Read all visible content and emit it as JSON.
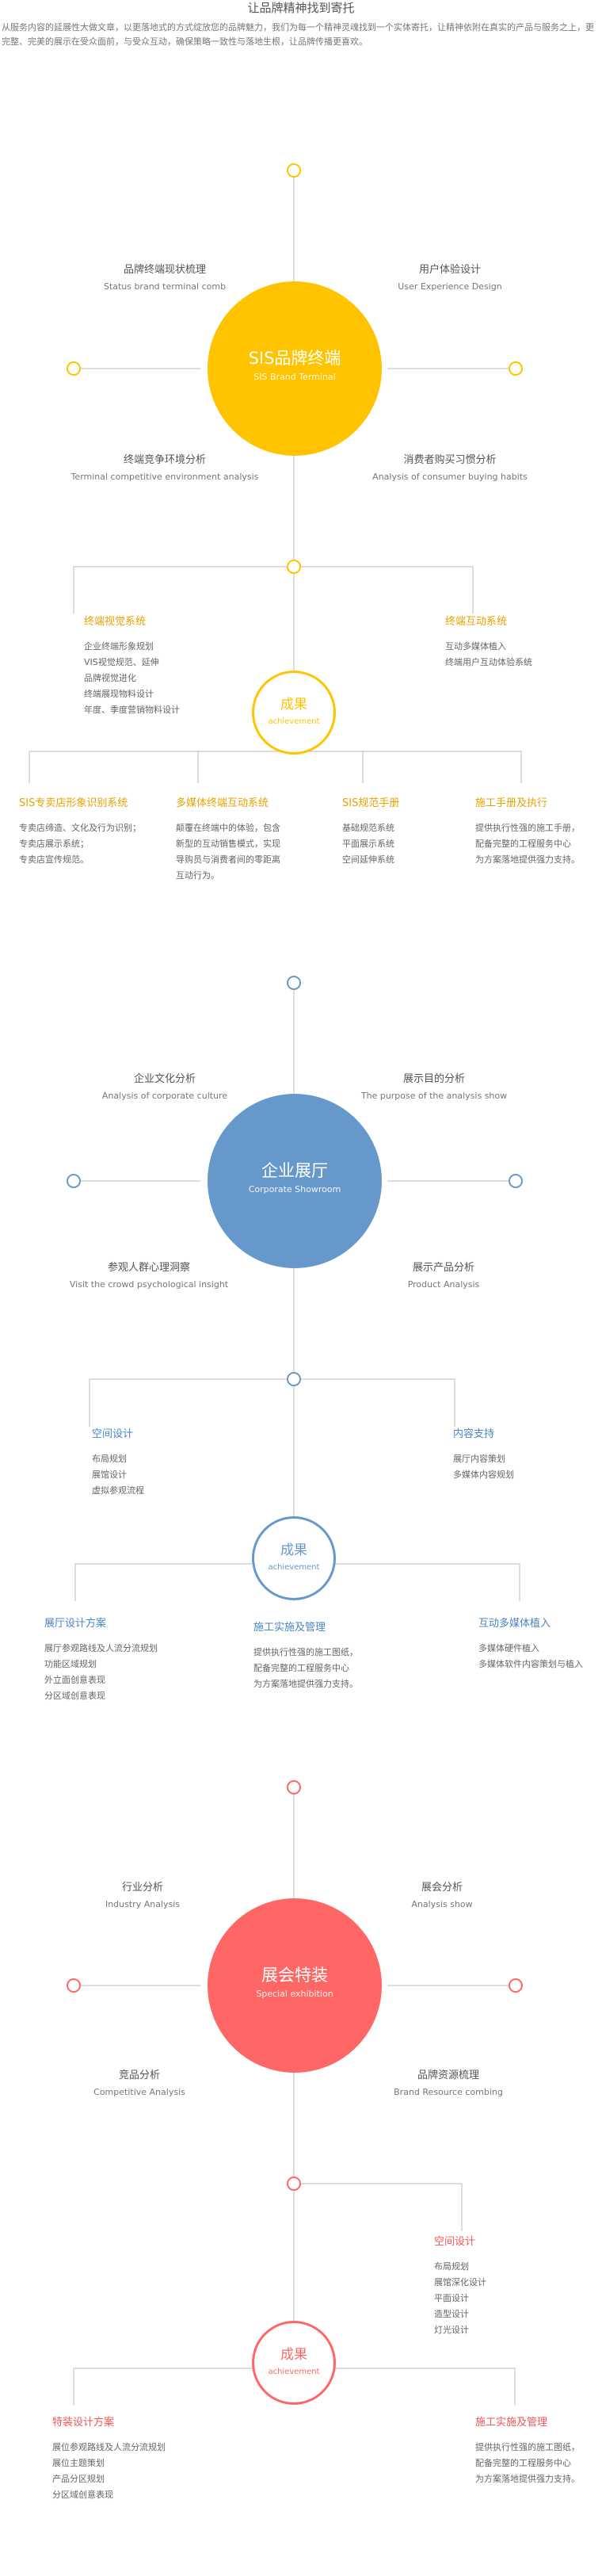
{
  "intro": {
    "title": "让品牌精神找到寄托",
    "text": "从服务内容的延展性大做文章，以更落地式的方式绽放您的品牌魅力，我们为每一个精神灵魂找到一个实体寄托，让精神依附在真实的产品与服务之上，更完整、完美的展示在受众面前，与受众互动，确保策略一致性与落地生根，让品牌传播更喜欢。"
  },
  "colors": {
    "sis": "#FFC300",
    "showroom": "#6698CC",
    "exhibition": "#FF6666",
    "line": "#BBBBBB"
  },
  "sections": [
    {
      "center_cn": "SIS品牌终端",
      "center_en": "SIS Brand Terminal",
      "labels": [
        {
          "cn": "品牌终端现状梳理",
          "en": "Status brand terminal comb"
        },
        {
          "cn": "用户体验设计",
          "en": "User Experience Design"
        },
        {
          "cn": "终端竞争环境分析",
          "en": "Terminal competitive environment analysis"
        },
        {
          "cn": "消费者购买习惯分析",
          "en": "Analysis of consumer buying habits"
        }
      ],
      "achievement_cn": "成果",
      "achievement_en": "achievement",
      "upper": [
        {
          "title": "终端视觉系统",
          "items": [
            "企业终端形象规划",
            "VIS视觉规范、延伸",
            "品牌视觉进化",
            "终端展现物料设计",
            "年度、季度营销物料设计"
          ]
        },
        {
          "title": "终端互动系统",
          "items": [
            "互动多媒体植入",
            "终端用户互动体验系统"
          ]
        }
      ],
      "lower": [
        {
          "title": "SIS专卖店形象识别系统",
          "items": [
            "专卖店缔造、文化及行为识别；",
            "专卖店展示系统；",
            "专卖店宣传规范。"
          ]
        },
        {
          "title": "多媒体终端互动系统",
          "items": [
            "颠覆在终端中的体验，包含",
            "新型的互动销售模式，实现",
            "导购员与消费者间的零距离",
            "互动行为。"
          ]
        },
        {
          "title": "SIS规范手册",
          "items": [
            "基础规范系统",
            "平面展示系统",
            "空间延伸系统"
          ]
        },
        {
          "title": "施工手册及执行",
          "items": [
            "提供执行性强的施工手册，",
            "配备完整的工程服务中心",
            "为方案落地提供强力支持。"
          ]
        }
      ]
    },
    {
      "center_cn": "企业展厅",
      "center_en": "Corporate Showroom",
      "labels": [
        {
          "cn": "企业文化分析",
          "en": "Analysis of corporate culture"
        },
        {
          "cn": "展示目的分析",
          "en": "The purpose of the analysis show"
        },
        {
          "cn": "参观人群心理洞察",
          "en": "Visit the crowd psychological insight"
        },
        {
          "cn": "展示产品分析",
          "en": "Product Analysis"
        }
      ],
      "achievement_cn": "成果",
      "achievement_en": "achievement",
      "upper": [
        {
          "title": "空间设计",
          "items": [
            "布局规划",
            "展馆设计",
            "虚拟参观流程"
          ]
        },
        {
          "title": "内容支持",
          "items": [
            "展厅内容策划",
            "多媒体内容规划"
          ]
        }
      ],
      "lower": [
        {
          "title": "展厅设计方案",
          "items": [
            "展厅参观路线及人流分流规划",
            "功能区域规划",
            "外立面创意表现",
            "分区域创意表现"
          ]
        },
        {
          "title": "施工实施及管理",
          "items": [
            "提供执行性强的施工图纸，",
            "配备完整的工程服务中心",
            "为方案落地提供强力支持。"
          ]
        },
        {
          "title": "互动多媒体植入",
          "items": [
            "多媒体硬件植入",
            "多媒体软件内容策划与植入"
          ]
        }
      ]
    },
    {
      "center_cn": "展会特装",
      "center_en": "Special exhibition",
      "labels": [
        {
          "cn": "行业分析",
          "en": "Industry Analysis"
        },
        {
          "cn": "展会分析",
          "en": "Analysis show"
        },
        {
          "cn": "竞品分析",
          "en": "Competitive Analysis"
        },
        {
          "cn": "品牌资源梳理",
          "en": "Brand Resource combing"
        }
      ],
      "achievement_cn": "成果",
      "achievement_en": "achievement",
      "upper": [
        {
          "title": "空间设计",
          "items": [
            "布局规划",
            "展馆深化设计",
            "平面设计",
            "造型设计",
            "灯光设计"
          ]
        }
      ],
      "lower": [
        {
          "title": "特装设计方案",
          "items": [
            "展位参观路线及人流分流规划",
            "展位主题策划",
            "产品分区规划",
            "分区域创意表现"
          ]
        },
        {
          "title": "施工实施及管理",
          "items": [
            "提供执行性强的施工图纸，",
            "配备完整的工程服务中心",
            "为方案落地提供强力支持。"
          ]
        }
      ]
    }
  ]
}
